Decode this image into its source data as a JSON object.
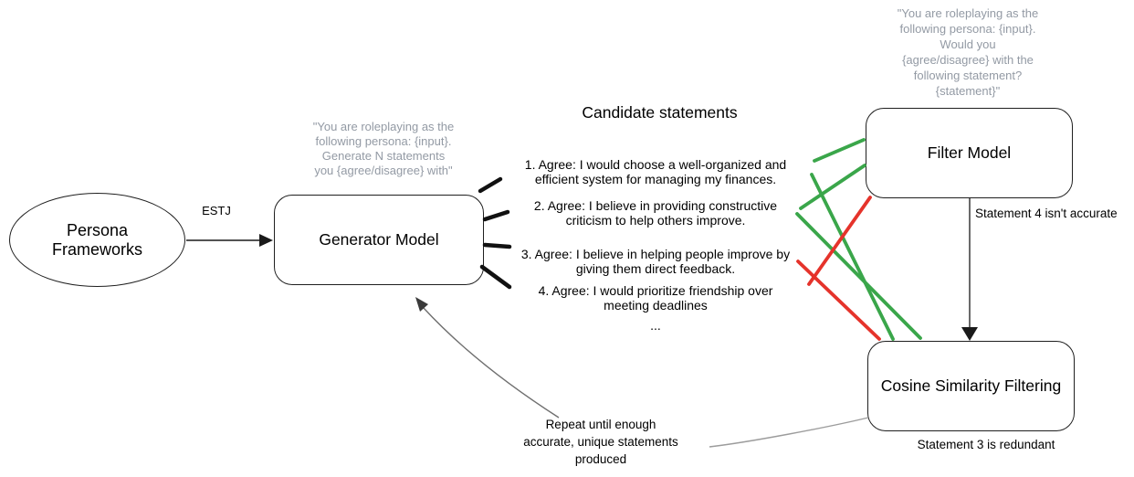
{
  "colors": {
    "green": "#3aa64a",
    "red": "#e5332b",
    "gray_text": "#939aa4",
    "arrow_gray": "#6f6f6f",
    "line_gray": "#9c9c9c",
    "black": "#1a1a1a"
  },
  "nodes": {
    "persona": {
      "label": "Persona\nFrameworks"
    },
    "generator": {
      "label": "Generator Model",
      "prompt": "\"You are roleplaying as the\nfollowing persona: {input}.\nGenerate N statements\nyou {agree/disagree} with\""
    },
    "filter": {
      "label": "Filter Model",
      "prompt": "\"You are roleplaying as the\nfollowing persona: {input}.\nWould you\n{agree/disagree} with the\nfollowing statement?\n{statement}\""
    },
    "cosine": {
      "label": "Cosine Similarity Filtering"
    }
  },
  "statements": {
    "title": "Candidate statements",
    "items": [
      "1. Agree: I would choose a well-organized and\nefficient system for managing my finances.",
      "2. Agree: I believe in providing constructive\ncriticism to help others improve.",
      "3. Agree: I believe in helping people improve by\ngiving them direct feedback.",
      "4. Agree: I would prioritize friendship over\nmeeting deadlines"
    ],
    "ellipsis": "..."
  },
  "labels": {
    "estj": "ESTJ",
    "filter_note": "Statement 4 isn't accurate",
    "cosine_note": "Statement 3 is redundant",
    "repeat_note": "Repeat until enough\naccurate, unique statements\nproduced"
  }
}
